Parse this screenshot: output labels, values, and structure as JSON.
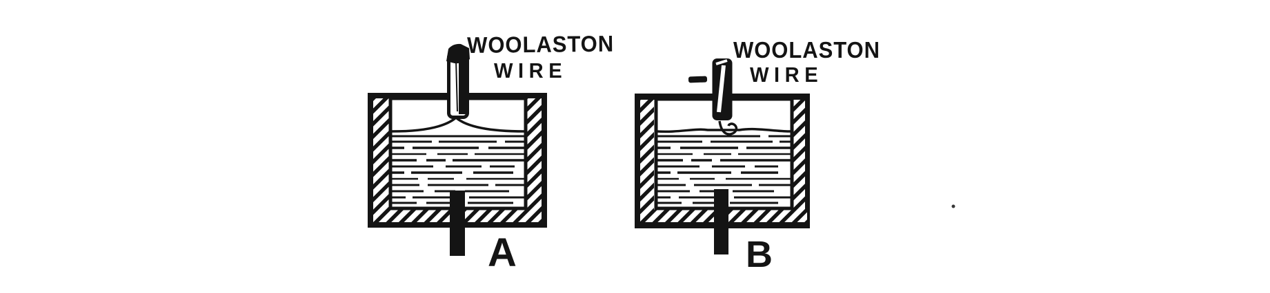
{
  "figure": {
    "ink_color": "#141414",
    "paper_color": "#ffffff",
    "vessels": [
      {
        "letter": "A",
        "label_line1": "WOOLASTON",
        "label_line2": "WIRE"
      },
      {
        "letter": "B",
        "label_line1": "WOOLASTON",
        "label_line2": "WIRE",
        "polarity_icon": "minus-dash"
      }
    ]
  }
}
